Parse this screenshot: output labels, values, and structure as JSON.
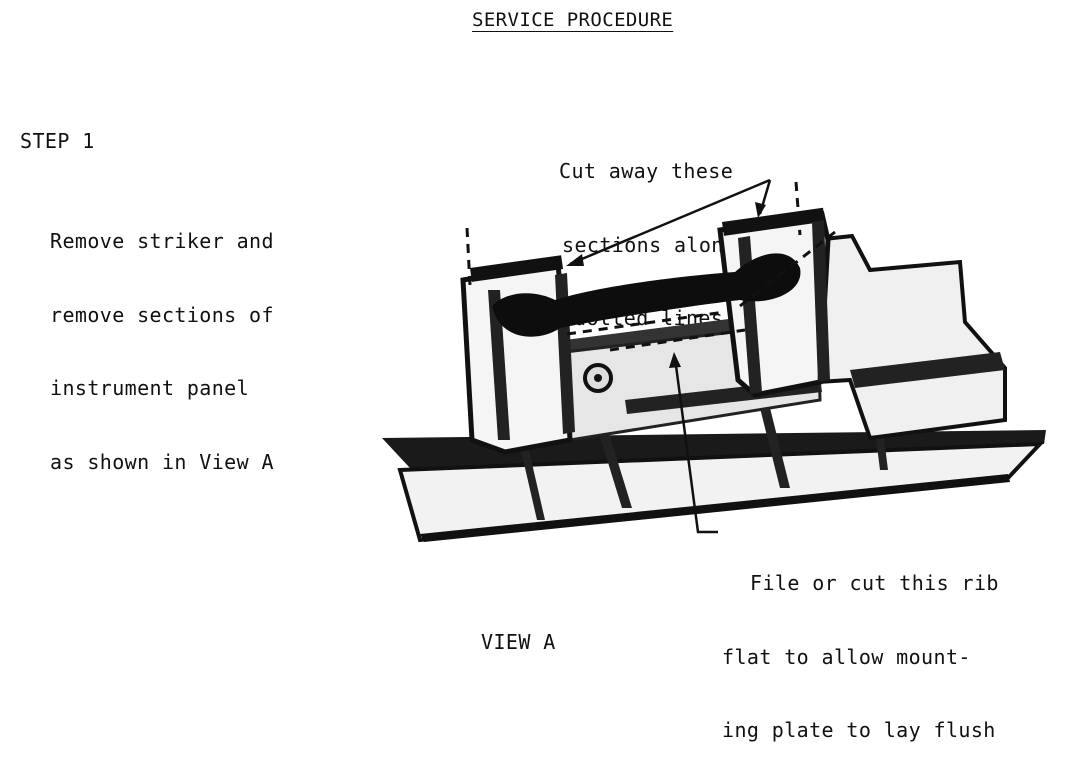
{
  "title": "SERVICE PROCEDURE",
  "step": "STEP 1",
  "instructions": [
    "Remove striker and",
    "remove sections of",
    "instrument panel",
    "as shown in View A"
  ],
  "callout_cut": [
    "Cut away these",
    "sections along",
    "dotted lines"
  ],
  "callout_file": [
    "File or cut this rib",
    "flat to allow mount-",
    "ing plate to lay flush"
  ],
  "view_label": "VIEW A"
}
